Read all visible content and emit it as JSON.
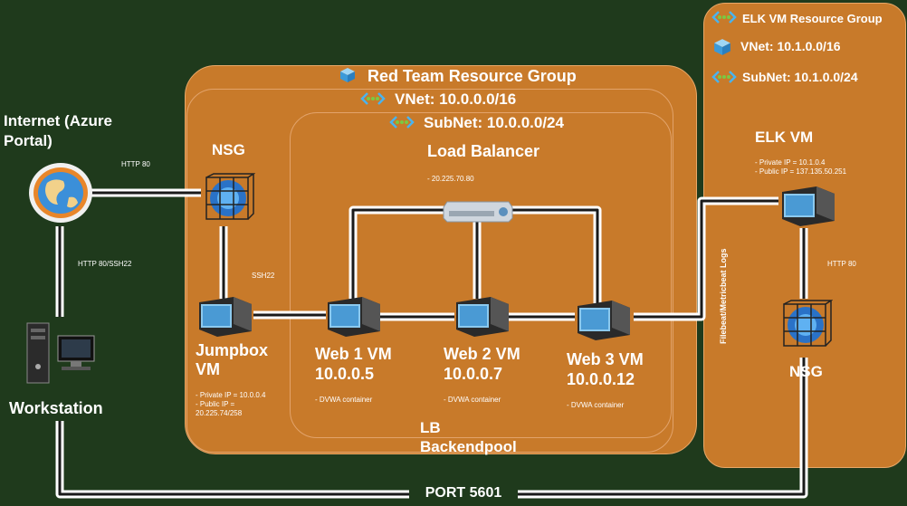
{
  "internet": {
    "label": "Internet (Azure Portal)"
  },
  "links": {
    "internet_nsg": "HTTP 80",
    "internet_workstation": "HTTP 80/SSH22",
    "nsg_jumpbox": "SSH22",
    "elk_logs": "Filebeat/Metricbeat Logs",
    "elk_nsg": "HTTP 80",
    "port": "PORT 5601"
  },
  "workstation": {
    "label": "Workstation"
  },
  "red_team": {
    "title": "Red Team Resource Group",
    "vnet": "VNet: 10.0.0.0/16",
    "subnet": "SubNet: 10.0.0.0/24",
    "nsg": "NSG",
    "lb": {
      "title": "Load Balancer",
      "ip": "- 20.225.70.80"
    },
    "jumpbox": {
      "label_line1": "Jumpbox",
      "label_line2": "VM",
      "private_ip": "- Private IP = 10.0.0.4",
      "public_ip_line1": "- Public IP =",
      "public_ip_line2": "20.225.74/258"
    },
    "web1": {
      "name": "Web 1 VM",
      "ip": "10.0.0.5",
      "note": "- DVWA container"
    },
    "web2": {
      "name": "Web 2 VM",
      "ip": "10.0.0.7",
      "note": "- DVWA container"
    },
    "web3": {
      "name": "Web 3 VM",
      "ip": "10.0.0.12",
      "note": "- DVWA container"
    },
    "backendpool_line1": "LB",
    "backendpool_line2": "Backendpool"
  },
  "elk_group": {
    "title": "ELK VM Resource Group",
    "vnet": "VNet: 10.1.0.0/16",
    "subnet": "SubNet: 10.1.0.0/24",
    "vm": {
      "label": "ELK VM",
      "private_ip": "- Private IP = 10.1.0.4",
      "public_ip": "- Public IP = 137.135.50.251"
    },
    "nsg": "NSG"
  }
}
